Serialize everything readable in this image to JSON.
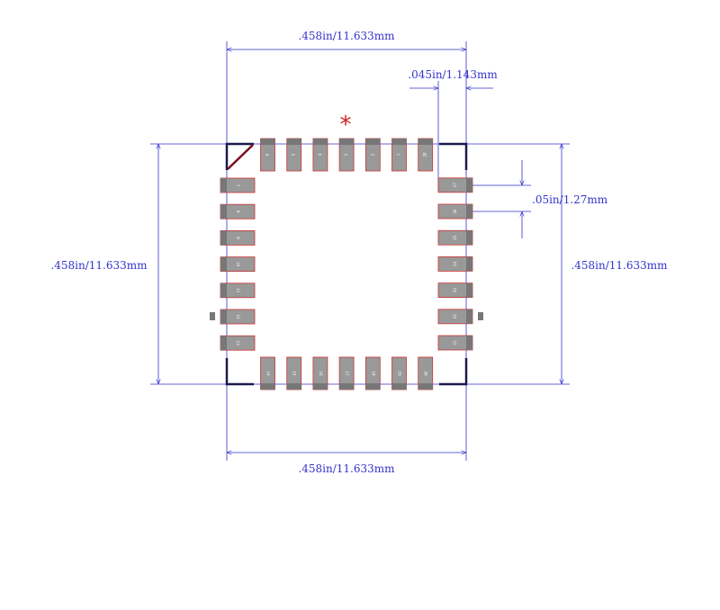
{
  "diagram": {
    "pin1_marker": "*",
    "dimensions": {
      "top_width": ".458in/11.633mm",
      "pad_width": ".045in/1.143mm",
      "pitch": ".05in/1.27mm",
      "left_height": ".458in/11.633mm",
      "right_height": ".458in/11.633mm",
      "bottom_width": ".458in/11.633mm"
    },
    "pins": {
      "top": [
        "6",
        "5",
        "4",
        "3",
        "2",
        "1",
        "28"
      ],
      "left": [
        "7",
        "8",
        "9",
        "10",
        "11",
        "12",
        "13"
      ],
      "bottom": [
        "14",
        "15",
        "16",
        "17",
        "18",
        "19",
        "20"
      ],
      "right": [
        "21",
        "22",
        "23",
        "24",
        "25",
        "26",
        "27"
      ]
    },
    "colors": {
      "dimension": "#3333cc",
      "pad_fill": "#999999",
      "pad_outline": "#cc3333",
      "outline": "#1a1a4d",
      "marker": "#cc2222"
    }
  }
}
